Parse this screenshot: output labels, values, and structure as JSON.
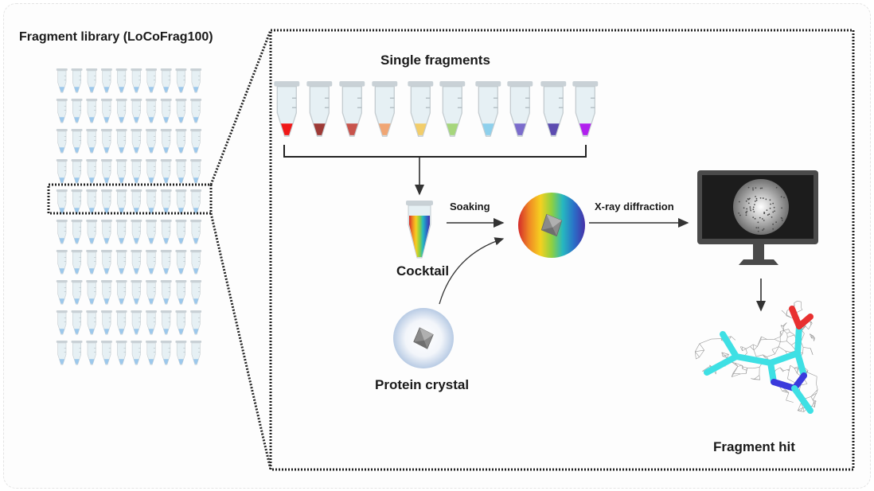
{
  "figure": {
    "library_title": "Fragment library (LoCoFrag100)",
    "library_grid": {
      "rows": 10,
      "columns": 10,
      "highlighted_row": 5
    },
    "single_fragments": {
      "title": "Single fragments",
      "tube_colors": [
        "#f01818",
        "#9e3a36",
        "#c8544c",
        "#f0a674",
        "#f2cd6a",
        "#a6d67c",
        "#8ed0ec",
        "#7b6ccc",
        "#5c4cb0",
        "#b020ee"
      ]
    },
    "cocktail_label": "Cocktail",
    "soaking_label": "Soaking",
    "xray_label": "X-ray diffraction",
    "protein_crystal_label": "Protein crystal",
    "fragment_hit_label": "Fragment hit",
    "colors": {
      "library_tube_liquid": "#9cc8ec",
      "tube_body": "#e6f0f4",
      "tube_cap": "#c9d1d6",
      "monitor_frame": "#4a4a4a",
      "monitor_screen": "#1c1c1c",
      "stick_carbon": "#3ee0e4",
      "stick_nitrogen": "#3a3adc",
      "stick_oxygen": "#e83030",
      "mesh": "#9a9a9a",
      "rainbow": [
        "#d42a2a",
        "#f08a24",
        "#f5d020",
        "#8fd040",
        "#26b8c0",
        "#2a70c8",
        "#4630a8"
      ]
    }
  }
}
